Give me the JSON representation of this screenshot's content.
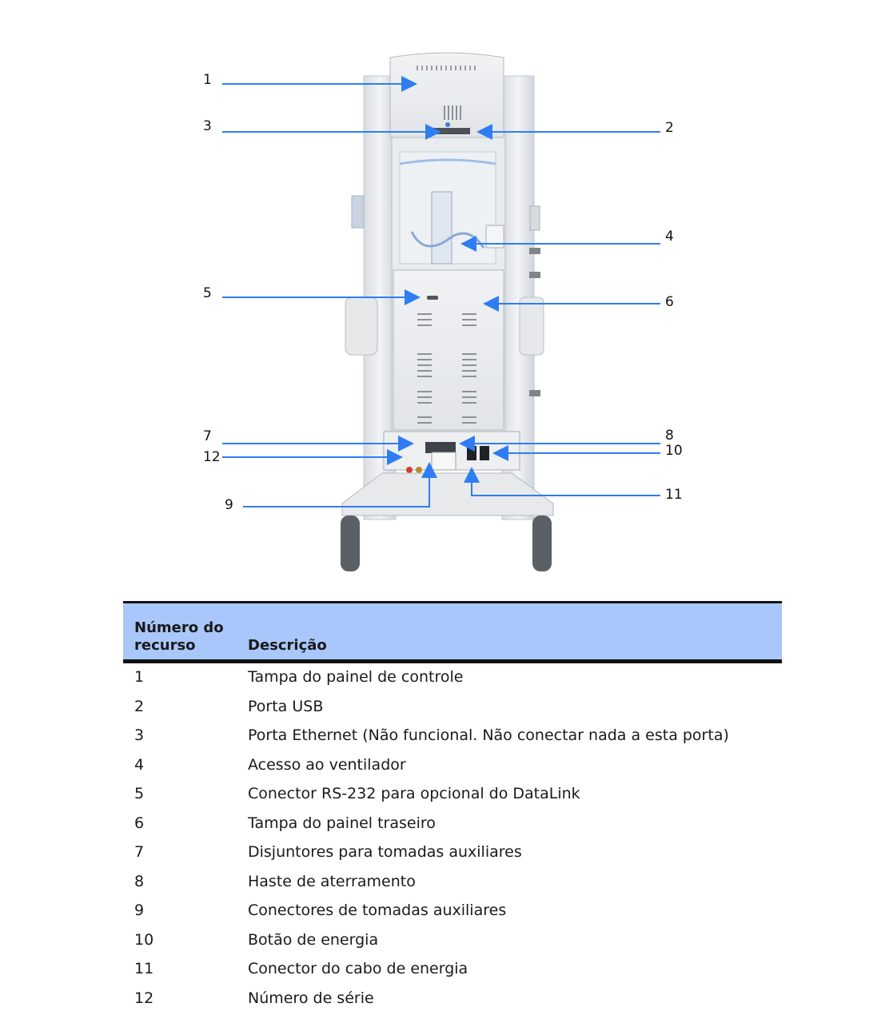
{
  "figure": {
    "callouts": [
      "1",
      "2",
      "3",
      "4",
      "5",
      "6",
      "7",
      "8",
      "9",
      "10",
      "11",
      "12"
    ]
  },
  "table": {
    "header_number": "Número do recurso",
    "header_number_line1": "Número do",
    "header_number_line2": "recurso",
    "header_description": "Descrição",
    "header_color": "#a9c7fb",
    "rows": [
      {
        "num": "1",
        "desc": "Tampa do painel de controle"
      },
      {
        "num": "2",
        "desc": "Porta USB"
      },
      {
        "num": "3",
        "desc": "Porta Ethernet (Não funcional. Não conectar nada a esta porta)"
      },
      {
        "num": "4",
        "desc": "Acesso ao ventilador"
      },
      {
        "num": "5",
        "desc": "Conector RS-232 para opcional do DataLink"
      },
      {
        "num": "6",
        "desc": "Tampa do painel traseiro"
      },
      {
        "num": "7",
        "desc": "Disjuntores para tomadas auxiliares"
      },
      {
        "num": "8",
        "desc": "Haste de aterramento"
      },
      {
        "num": "9",
        "desc": "Conectores de tomadas auxiliares"
      },
      {
        "num": "10",
        "desc": "Botão de energia"
      },
      {
        "num": "11",
        "desc": "Conector do cabo de energia"
      },
      {
        "num": "12",
        "desc": "Número de série"
      }
    ]
  },
  "colors": {
    "arrow": "#2f7df2",
    "header": "#a9c7fb"
  }
}
